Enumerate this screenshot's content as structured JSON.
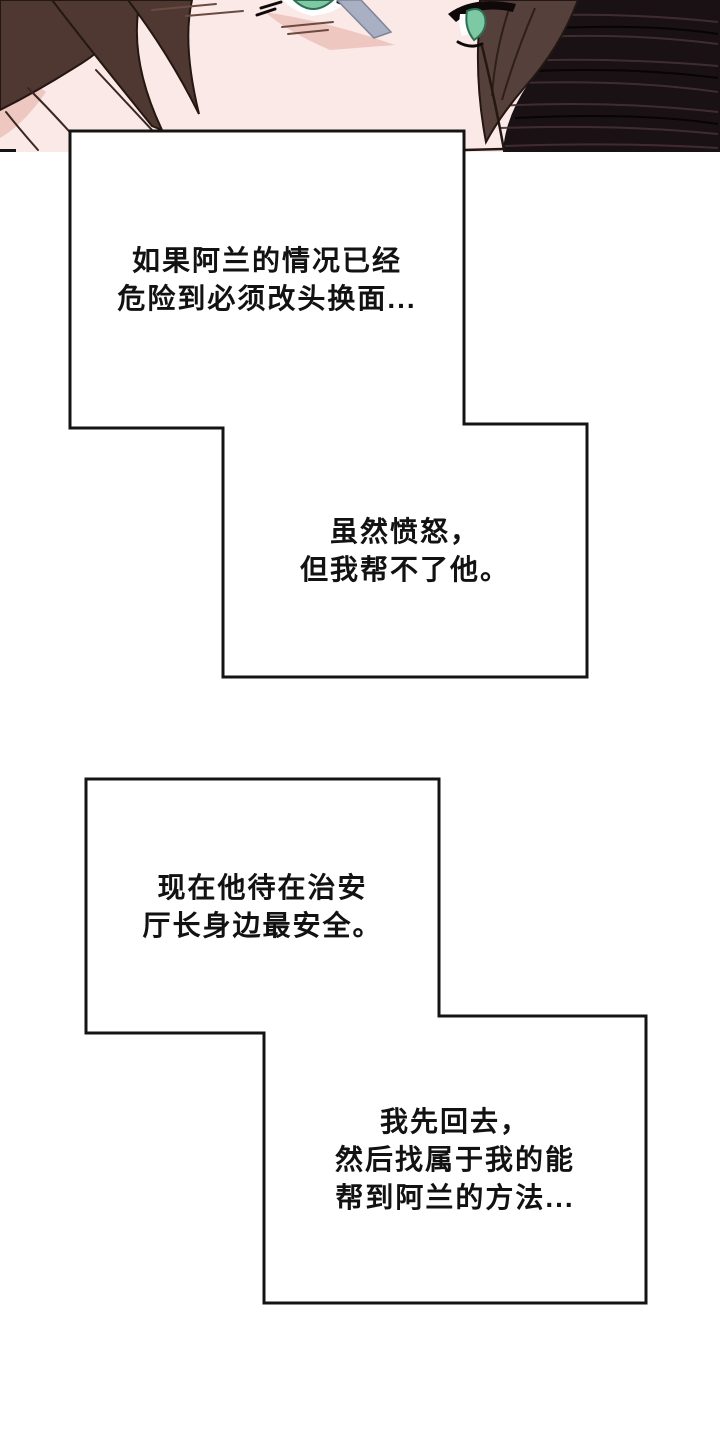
{
  "bubbles": [
    {
      "id": "thought-1",
      "text": "如果阿兰的情况已经\n危险到必须改头换面..."
    },
    {
      "id": "thought-2",
      "text": "虽然愤怒，\n但我帮不了他。"
    },
    {
      "id": "thought-3",
      "text": "现在他待在治安\n厅长身边最安全。"
    },
    {
      "id": "thought-4",
      "text": "我先回去，\n然后找属于我的能\n帮到阿兰的方法..."
    }
  ],
  "colors": {
    "page_background": "#ffffff",
    "bubble_fill": "#ffffff",
    "bubble_border": "#141414",
    "text": "#121212",
    "skin": "#fbe9e7",
    "skin_shadow": "#eec7c1",
    "hair_brown": "#4e3831",
    "hair_brown_light": "#55403b",
    "hair_outline": "#241712",
    "hair_dark": "#1a1115",
    "hair_streak": "#443036",
    "eye_green": "#7cc9a4",
    "eye_green_dark": "#2f6e54",
    "lash_black": "#0f0a09",
    "blade_gray": "#a9b0c4",
    "sclera": "#ffffff"
  }
}
